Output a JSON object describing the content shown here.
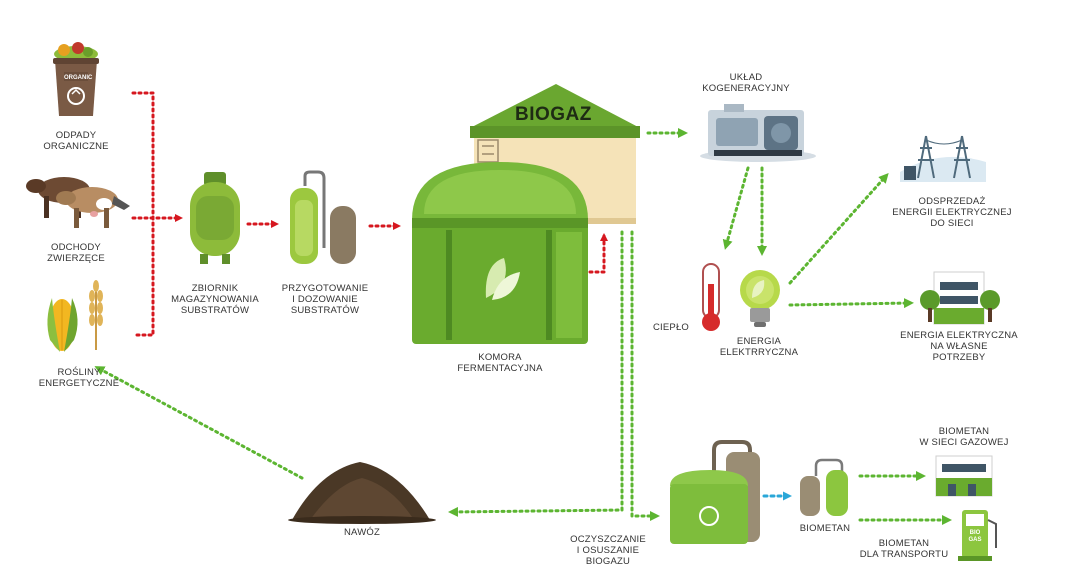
{
  "colors": {
    "green_arrow": "#5cb531",
    "red_arrow": "#d6171f",
    "blue_arrow": "#2aa7d8",
    "tank_green": "#7fb83a",
    "dark_green": "#4d7f22",
    "brown": "#7a5a45"
  },
  "labels": {
    "organic_waste": [
      "ODPADY",
      "ORGANICZNE"
    ],
    "animal_waste": [
      "ODCHODY",
      "ZWIERZĘCE"
    ],
    "energy_crops": [
      "ROŚLINY",
      "ENERGETYCZNE"
    ],
    "storage_tank": [
      "ZBIORNIK",
      "MAGAZYNOWANIA",
      "SUBSTRATÓW"
    ],
    "preparation": [
      "PRZYGOTOWANIE",
      "I DOZOWANIE",
      "SUBSTRATÓW"
    ],
    "fermentation": [
      "KOMORA",
      "FERMENTACYJNA"
    ],
    "biogas_title": "BIOGAZ",
    "cogeneration": [
      "UKŁAD",
      "KOGENERACYJNY"
    ],
    "heat": [
      "CIEPŁO"
    ],
    "electric_energy": [
      "ENERGIA",
      "ELEKTRRYCZNA"
    ],
    "grid_sale": [
      "ODSPRZEDAŻ",
      "ENERGII ELEKTRYCZNEJ",
      "DO SIECI"
    ],
    "own_needs": [
      "ENERGIA ELEKTRYCZNA",
      "NA WŁASNE",
      "POTRZEBY"
    ],
    "fertilizer": [
      "NAWÓZ"
    ],
    "cleaning": [
      "OCZYSZCZANIE",
      "I OSUSZANIE",
      "BIOGAZU"
    ],
    "biomethane": [
      "BIOMETAN"
    ],
    "biomethane_grid": [
      "BIOMETAN",
      "W SIECI GAZOWEJ"
    ],
    "biomethane_transport": [
      "BIOMETAN",
      "DLA TRANSPORTU"
    ],
    "bin_tag": "ORGANIC",
    "pump_tag_1": "BIO",
    "pump_tag_2": "GAS"
  },
  "icons": [
    "organic-bin",
    "cows",
    "corn-wheat",
    "gas-cylinder",
    "dosing-tanks",
    "fermentation-dome",
    "cogeneration-unit",
    "thermometer",
    "light-bulb",
    "power-pylons",
    "office-building",
    "soil-pile",
    "gas-cleaning-tank",
    "biomethane-tanks",
    "gas-network-building",
    "biogas-pump"
  ]
}
